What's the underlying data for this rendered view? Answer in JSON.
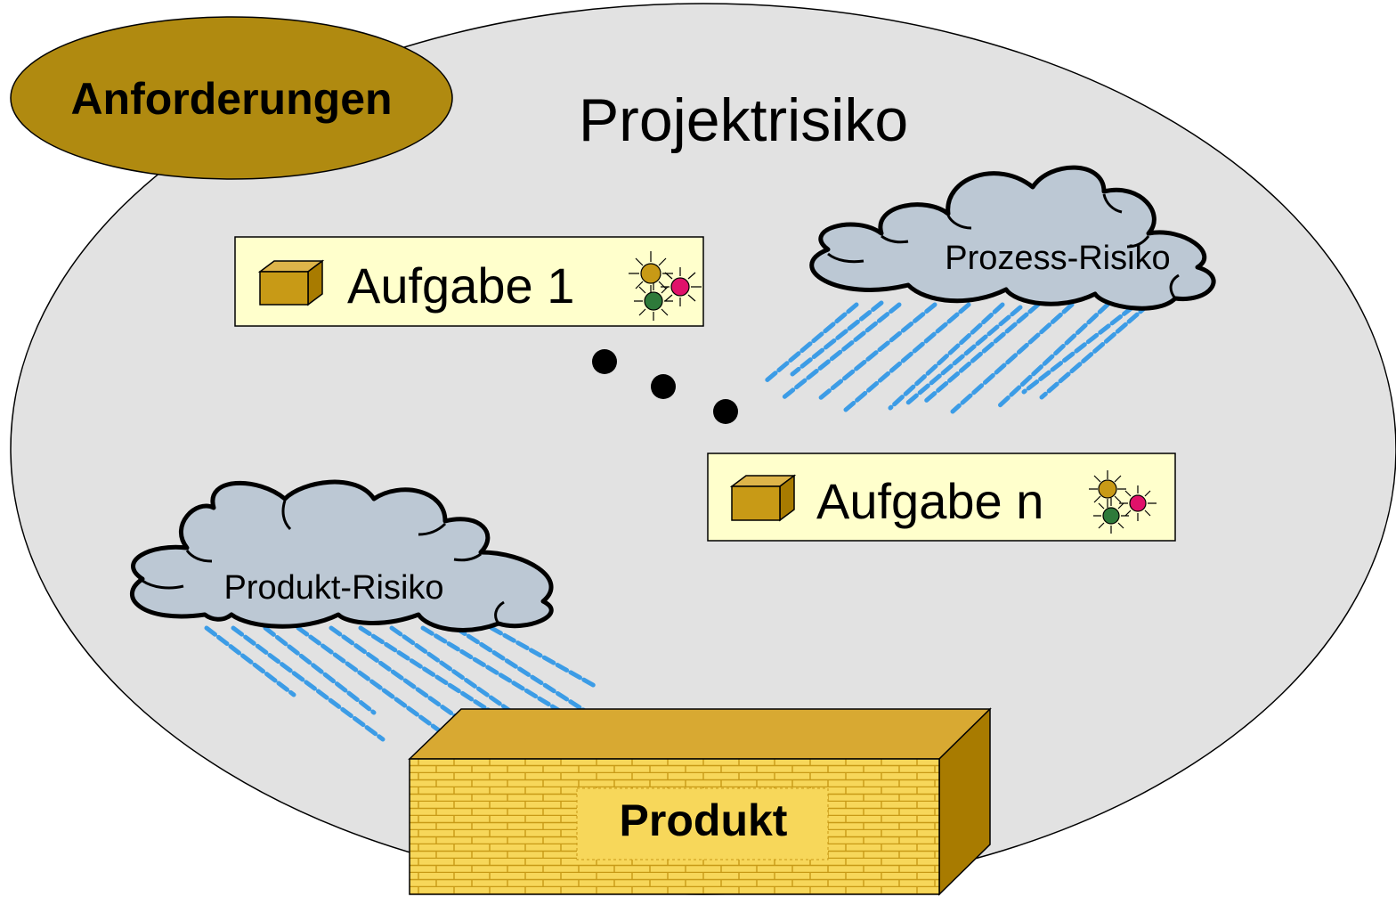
{
  "colors": {
    "background_ellipse": "#E2E2E2",
    "requirements_ellipse": "#B08A10",
    "task_box_fill": "#FFFFCC",
    "cube_fill": "#C89A16",
    "cloud_fill": "#BCC8D4",
    "rain": "#3C9CE6",
    "wall_front": "#F7D75A",
    "wall_mortar": "#C89A16",
    "wall_top": "#D8A932",
    "wall_side": "#A87B00"
  },
  "labels": {
    "requirements": "Anforderungen",
    "project_risk": "Projektrisiko",
    "task_first": "Aufgabe 1",
    "task_last": "Aufgabe n",
    "process_risk": "Prozess-Risiko",
    "product_risk": "Produkt-Risiko",
    "product": "Produkt"
  },
  "icons": {
    "task_icon": "cube-icon",
    "status_icon": "sunburst-cluster-icon",
    "ellipsis": "ellipsis-dots",
    "cloud": "rain-cloud-icon",
    "wall": "brick-wall"
  }
}
